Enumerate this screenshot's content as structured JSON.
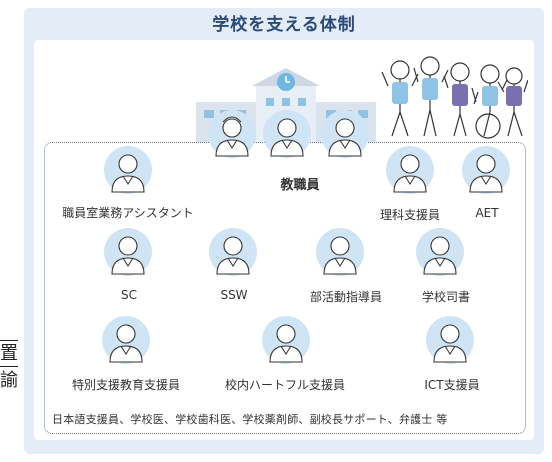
{
  "header": {
    "title": "学校を支える体制"
  },
  "edge": {
    "char1": "置",
    "char2": "諭"
  },
  "colors": {
    "panel_bg": "#e4edf7",
    "title": "#2a4a7a",
    "avatar_bg": "#cfe4f5",
    "border": "#6a7a8c"
  },
  "roles": {
    "teachers": "教職員",
    "office_assistant": "職員室業務アシスタント",
    "science_support": "理科支援員",
    "aet": "AET",
    "sc": "SC",
    "ssw": "SSW",
    "club_coach": "部活動指導員",
    "librarian": "学校司書",
    "special_support": "特別支援教育支援員",
    "heartful_support": "校内ハートフル支援員",
    "ict_support": "ICT支援員"
  },
  "footer": {
    "text": "日本語支援員、学校医、学校歯科医、学校薬剤師、副校長サポート、弁護士 等"
  },
  "icons": [
    "school-building-icon",
    "children-group-icon",
    "person-avatar-icon"
  ]
}
